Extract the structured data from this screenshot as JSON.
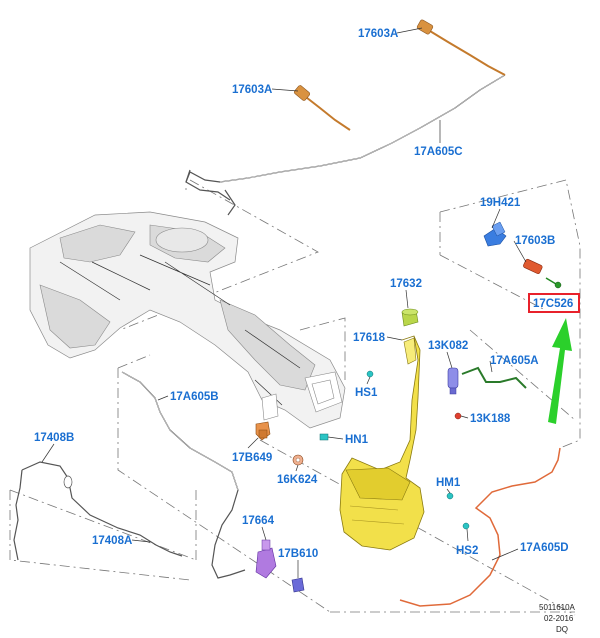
{
  "labels": {
    "l17603A_top": "17603A",
    "l17603A_mid": "17603A",
    "l17A605C": "17A605C",
    "l19H421": "19H421",
    "l17603B": "17603B",
    "l17C526": "17C526",
    "l17632": "17632",
    "l17618": "17618",
    "l13K082": "13K082",
    "l17A605A": "17A605A",
    "lHS1": "HS1",
    "l13K188": "13K188",
    "l17A605B": "17A605B",
    "lHN1": "HN1",
    "l17408B": "17408B",
    "l17B649": "17B649",
    "l16K624": "16K624",
    "lHM1": "HM1",
    "l17664": "17664",
    "l17408A": "17408A",
    "l17B610": "17B610",
    "lHS2": "HS2",
    "l17A605D": "17A605D"
  },
  "footer": {
    "code": "5011610A",
    "date": "02-2016",
    "initials": "DQ"
  },
  "colors": {
    "label_blue": "#1a6fd1",
    "highlight_red": "#e8212b",
    "arrow_green": "#2bd02b",
    "reservoir_yellow": "#f2e04a",
    "nozzle_orange": "#c47a2c",
    "connector_cyan": "#2bc4c4"
  }
}
